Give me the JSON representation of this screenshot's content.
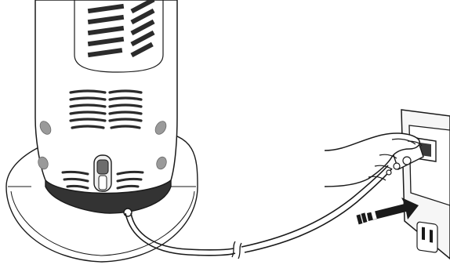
{
  "illustration": {
    "subject": "tower-fan-power-connection",
    "components": [
      "tower-fan",
      "base-plate",
      "power-cord",
      "hand",
      "plug",
      "wall-outlet",
      "insertion-arrow"
    ],
    "colors": {
      "line": "#1a1a1a",
      "body": "#ffffff",
      "grille": "#2b2b2b",
      "base_ring": "#333333",
      "vent_grey": "#9a9a9a",
      "arrow": "#1a1a1a",
      "outlet_plate": "#f2f2f2"
    }
  }
}
